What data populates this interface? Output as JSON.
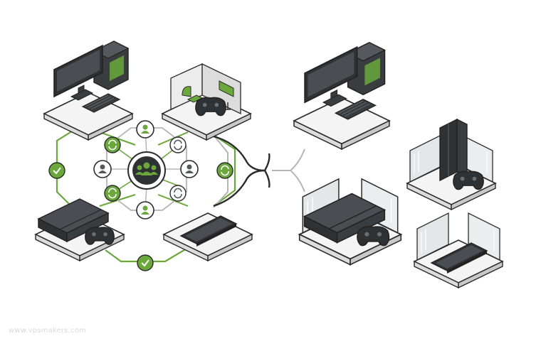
{
  "watermark": "www.vpsmakers.com",
  "colors": {
    "green": "#6aa83c",
    "greenDark": "#3f6e22",
    "dark": "#2b2b2b",
    "device": "#3a3d40",
    "deviceLight": "#55595d",
    "grayLine": "#b5b5b5",
    "platform": "#f3f3f3"
  },
  "hub": {
    "center_icon": "group-users-icon",
    "user_icons": [
      "user-icon",
      "user-icon",
      "user-icon",
      "user-icon"
    ],
    "sync_icons": [
      "sync-icon",
      "sync-icon",
      "sync-icon",
      "sync-icon",
      "sync-icon"
    ],
    "check_icons": [
      "check-icon",
      "check-icon"
    ]
  },
  "left_cluster_devices": [
    "desktop-pc",
    "gaming-room",
    "game-console",
    "smartphone"
  ],
  "right_cluster_devices": [
    "desktop-pc",
    "tower-console",
    "game-console",
    "smartphone"
  ]
}
